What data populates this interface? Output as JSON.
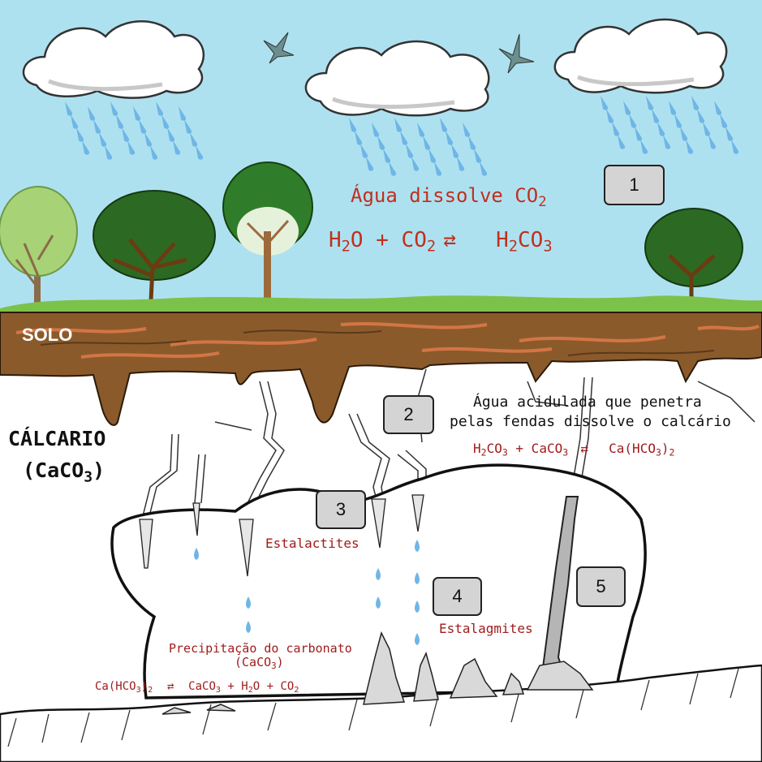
{
  "step_labels": [
    "1",
    "2",
    "3",
    "4",
    "5"
  ],
  "top": {
    "caption": "Água dissolve CO",
    "caption_sub": "2",
    "eq_h": "H",
    "eq_h_sub": "2",
    "eq_o_plus": "O + CO",
    "eq_co2_sub": "2",
    "eq_arrow": "⇄",
    "eq_p1": "H",
    "eq_p1_sub": "2",
    "eq_p2": "CO",
    "eq_p2_sub": "3"
  },
  "soil": {
    "label": "SOLO"
  },
  "rock": {
    "name": "CÁLCARIO",
    "formula_open": "(CaCO",
    "formula_sub": "3",
    "formula_close": ")"
  },
  "penetration": {
    "line1": "Água acidulada que penetra",
    "line2": "pelas fendas dissolve o calcário",
    "eq_a": "H",
    "eq_a_sub": "2",
    "eq_b": "CO",
    "eq_b_sub": "3",
    "eq_c": " + CaCO",
    "eq_c_sub": "3",
    "eq_arrow": "⇄",
    "eq_d": "Ca(HCO",
    "eq_d_sub": "3",
    "eq_e": ")",
    "eq_e_sub": "2"
  },
  "cave": {
    "stalactites": "Estalactites",
    "stalagmites": "Estalagmites",
    "precip_line1": "Precipitação do carbonato",
    "precip_line2_open": "(CaCO",
    "precip_line2_sub": "3",
    "precip_line2_close": ")",
    "eq_a": "Ca(HCO",
    "eq_a_sub": "3",
    "eq_b": ")",
    "eq_b_sub": "2",
    "eq_arrow": "⇄",
    "eq_c": "CaCO",
    "eq_c_sub": "3",
    "eq_d": " + H",
    "eq_d_sub": "2",
    "eq_e": "O + CO",
    "eq_e_sub": "2"
  },
  "colors": {
    "sky": "#aee1f0",
    "soil": "#8b5a2b",
    "grass": "#7cc24a",
    "text_red": "#c0301e",
    "rain": "#6fb6e6"
  }
}
